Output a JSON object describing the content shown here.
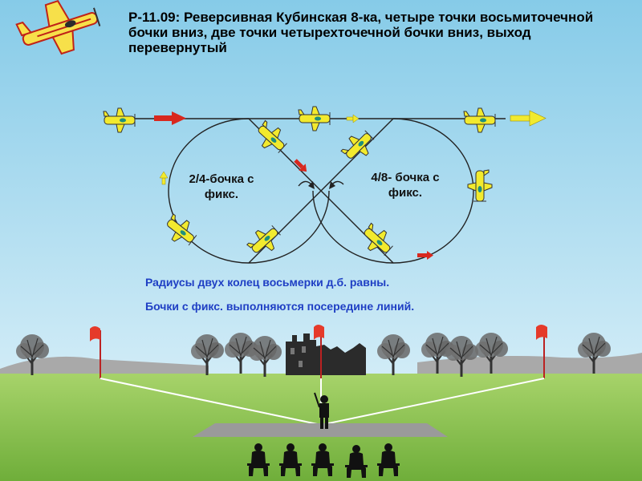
{
  "title": "Р-11.09: Реверсивная Кубинская 8-ка, четыре точки восьмиточечной бочки вниз, две точки четырехточечной бочки вниз, выход перевернутый",
  "labels": {
    "left_loop": "2/4-бочка с фикс.",
    "right_loop": "4/8- бочка с фикс."
  },
  "notes": [
    "Радиусы двух колец восьмерки д.б. равны.",
    "Бочки с фикс. выполняются посередине линий."
  ],
  "colors": {
    "sky_top": "#86cbe8",
    "sky_bottom": "#e6f5fb",
    "grass": "#8ec352",
    "plane_body": "#f2ea2e",
    "entry_arrow": "#d8281e",
    "exit_arrow": "#f2ea2e",
    "note_text": "#1f3fc4"
  },
  "icons": {
    "logo": "aerobatic-plane-icon",
    "plane": "plane-icon",
    "flag": "flag-icon",
    "tree": "tree-icon",
    "castle": "castle-ruin-icon",
    "pilot": "pilot-icon",
    "judge": "judge-icon"
  }
}
